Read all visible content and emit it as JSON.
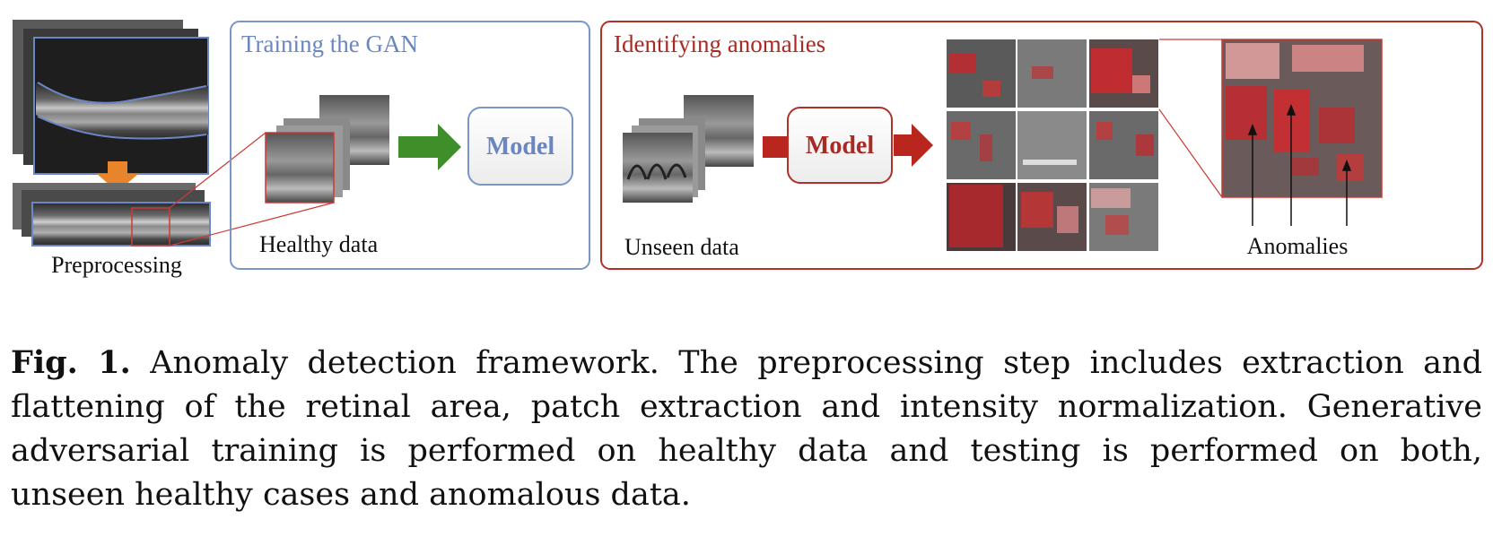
{
  "figure": {
    "preprocessing": {
      "label": "Preprocessing"
    },
    "training": {
      "title": "Training the GAN",
      "data_label": "Healthy data",
      "model_label": "Model",
      "frame_color": "#7a96c8",
      "arrow_color": "#3e8e2a"
    },
    "identifying": {
      "title": "Identifying anomalies",
      "data_label": "Unseen data",
      "model_label": "Model",
      "result_label": "Anomalies",
      "frame_color": "#b23028",
      "arrow_color": "#b8261e"
    },
    "preprocess_arrow_color": "#e8852a"
  },
  "caption": {
    "fig_num": "Fig. 1.",
    "line1": "Anomaly detection framework. The preprocessing step includes extraction and",
    "line2": "flattening of the retinal area, patch extraction and intensity normalization. Generative",
    "line3": "adversarial training is performed on healthy data and testing is performed on both,",
    "line4": "unseen healthy cases and anomalous data."
  }
}
